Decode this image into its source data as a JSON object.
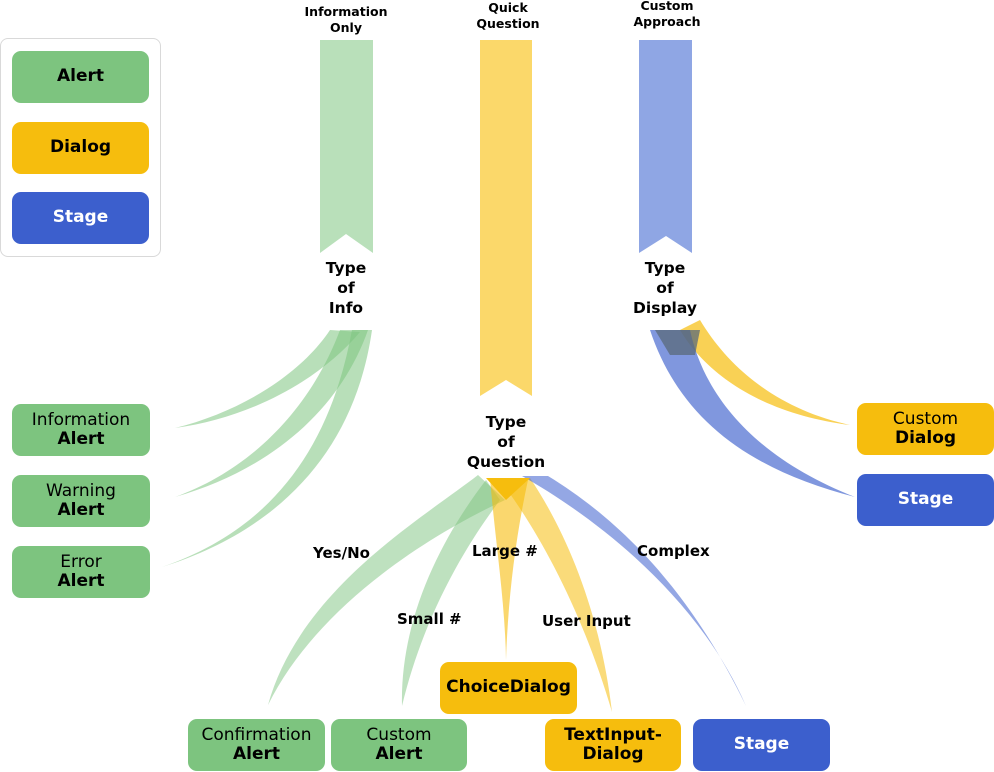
{
  "colors": {
    "green": "#7dc47f",
    "yellow": "#f6bd0d",
    "blue": "#3c5fcd"
  },
  "legend": {
    "items": [
      {
        "label": "Alert",
        "color": "green"
      },
      {
        "label": "Dialog",
        "color": "yellow"
      },
      {
        "label": "Stage",
        "color": "blue"
      }
    ]
  },
  "columns": {
    "information_only": "Information\nOnly",
    "quick_question": "Quick\nQuestion",
    "custom_approach": "Custom\nApproach"
  },
  "nodes": {
    "type_of_info": "Type\nof\nInfo",
    "type_of_question": "Type\nof\nQuestion",
    "type_of_display": "Type\nof\nDisplay"
  },
  "edges": {
    "yes_no": "Yes/No",
    "large_num": "Large #",
    "complex": "Complex",
    "small_num": "Small #",
    "user_input": "User Input"
  },
  "outcomes": {
    "information_alert": {
      "line1": "Information",
      "line2": "Alert"
    },
    "warning_alert": {
      "line1": "Warning",
      "line2": "Alert"
    },
    "error_alert": {
      "line1": "Error",
      "line2": "Alert"
    },
    "custom_dialog": {
      "line1": "Custom",
      "line2": "Dialog"
    },
    "stage_right": {
      "label": "Stage"
    },
    "choice_dialog": {
      "label": "ChoiceDialog"
    },
    "confirmation_alert": {
      "line1": "Confirmation",
      "line2": "Alert"
    },
    "custom_alert": {
      "line1": "Custom",
      "line2": "Alert"
    },
    "textinput_dialog": {
      "line1": "TextInput-",
      "line2": "Dialog"
    },
    "stage_bottom": {
      "label": "Stage"
    }
  }
}
